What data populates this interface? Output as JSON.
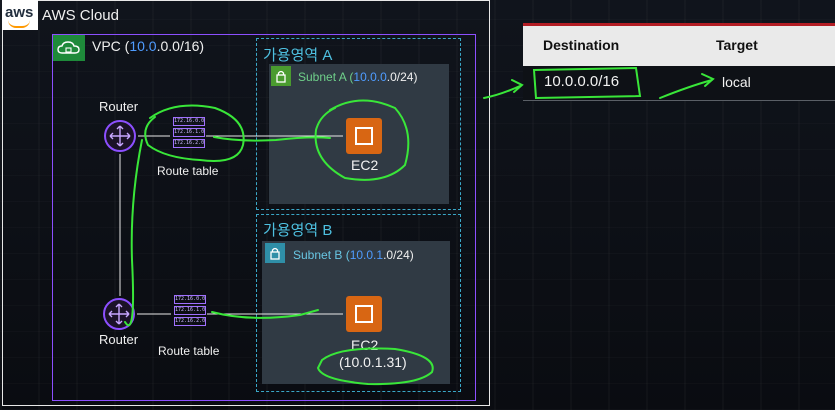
{
  "aws": {
    "logo": "aws",
    "label": "AWS Cloud"
  },
  "vpc": {
    "label_prefix": "VPC (",
    "cidr_highlight": "10.0",
    "cidr_rest": ".0.0/16)"
  },
  "az_a": {
    "label_prefix": "가용영역 ",
    "label_letter": "A"
  },
  "az_b": {
    "label_prefix": "가용영역 ",
    "label_letter": "B"
  },
  "subnet_a": {
    "label_prefix": "Subnet A (",
    "cidr_highlight": "10.0.0",
    "cidr_rest": ".0/24)"
  },
  "subnet_b": {
    "label_prefix": "Subnet B (",
    "cidr_highlight": "10.0.1",
    "cidr_rest": ".0/24)"
  },
  "ec2_a": {
    "label": "EC2"
  },
  "ec2_b": {
    "label": "EC2",
    "ip": "(10.0.1.31)"
  },
  "router_1": {
    "label": "Router"
  },
  "router_2": {
    "label": "Router"
  },
  "route_table_1": {
    "label": "Route table",
    "rows": [
      "172.16.0.0",
      "172.16.1.0",
      "172.16.2.0"
    ]
  },
  "route_table_2": {
    "label": "Route table",
    "rows": [
      "172.16.0.0",
      "172.16.1.0",
      "172.16.2.0"
    ]
  },
  "route_table_panel": {
    "headers": [
      "Destination",
      "Target"
    ],
    "row": {
      "destination": "10.0.0.0/16",
      "target": "local"
    }
  },
  "colors": {
    "vpc_border": "#8c4fff",
    "az_border": "#3aa7c7",
    "subnet_fill": "#303a44",
    "ec2": "#d86613",
    "annotation": "#39e639",
    "table_accent": "#b31d24"
  }
}
